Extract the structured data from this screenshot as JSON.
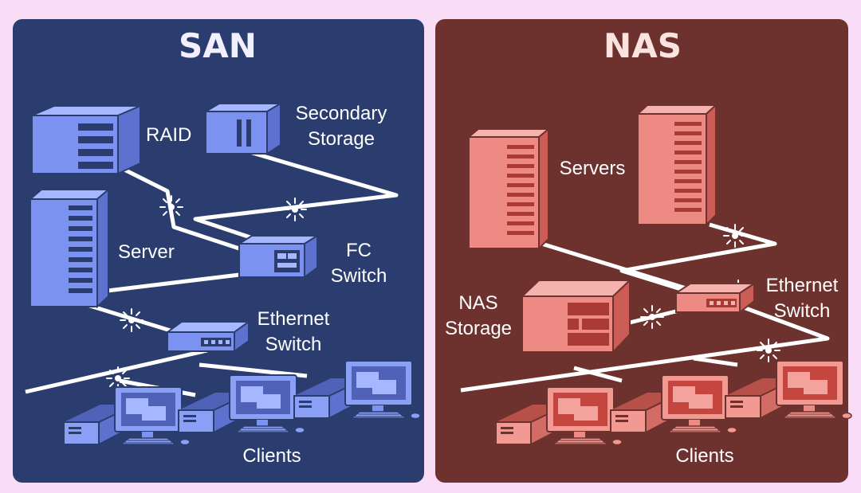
{
  "san": {
    "title": "SAN",
    "labels": {
      "raid": "RAID",
      "secondary_storage": [
        "Secondary",
        "Storage"
      ],
      "server": "Server",
      "fc_switch": [
        "FC",
        "Switch"
      ],
      "ethernet_switch": [
        "Ethernet",
        "Switch"
      ],
      "clients": "Clients"
    }
  },
  "nas": {
    "title": "NAS",
    "labels": {
      "servers": "Servers",
      "nas_storage": [
        "NAS",
        "Storage"
      ],
      "ethernet_switch": [
        "Ethernet",
        "Switch"
      ],
      "clients": "Clients"
    }
  },
  "colors": {
    "background": "#f9dcf6",
    "san_panel": "#2b3d6e",
    "nas_panel": "#6e322e",
    "san_device": "#7b92f0",
    "nas_device": "#ec8a83",
    "cable": "#ffffff"
  }
}
